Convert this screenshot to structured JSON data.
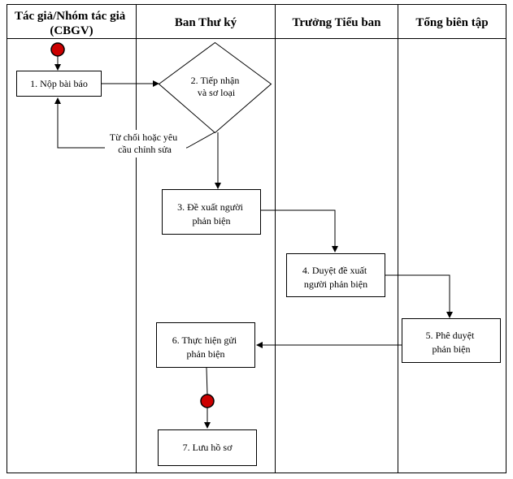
{
  "lanes": [
    {
      "title_lines": [
        "Tác giả/Nhóm tác giả",
        "(CBGV)"
      ]
    },
    {
      "title_lines": [
        "Ban Thư ký"
      ]
    },
    {
      "title_lines": [
        "Trưởng Tiểu ban"
      ]
    },
    {
      "title_lines": [
        "Tổng biên tập"
      ]
    }
  ],
  "nodes": {
    "n1": {
      "lines": [
        "1. Nộp bài báo"
      ]
    },
    "n2": {
      "lines": [
        "2. Tiếp nhận",
        "và sơ loại"
      ]
    },
    "n3": {
      "lines": [
        "3. Đề xuất người",
        "phản biện"
      ]
    },
    "n4": {
      "lines": [
        "4. Duyệt đề xuất",
        "người phản biện"
      ]
    },
    "n5": {
      "lines": [
        "5. Phê duyệt",
        "phản biện"
      ]
    },
    "n6": {
      "lines": [
        "6. Thực hiện gửi",
        "phản biện"
      ]
    },
    "n7": {
      "lines": [
        "7. Lưu hồ sơ"
      ]
    }
  },
  "notes": {
    "reject": {
      "lines": [
        "Từ chối hoặc yêu",
        "cầu chỉnh sửa"
      ]
    }
  },
  "colors": {
    "line": "#000000",
    "start_dot": "#cc0000",
    "end_dot": "#cc0000"
  }
}
